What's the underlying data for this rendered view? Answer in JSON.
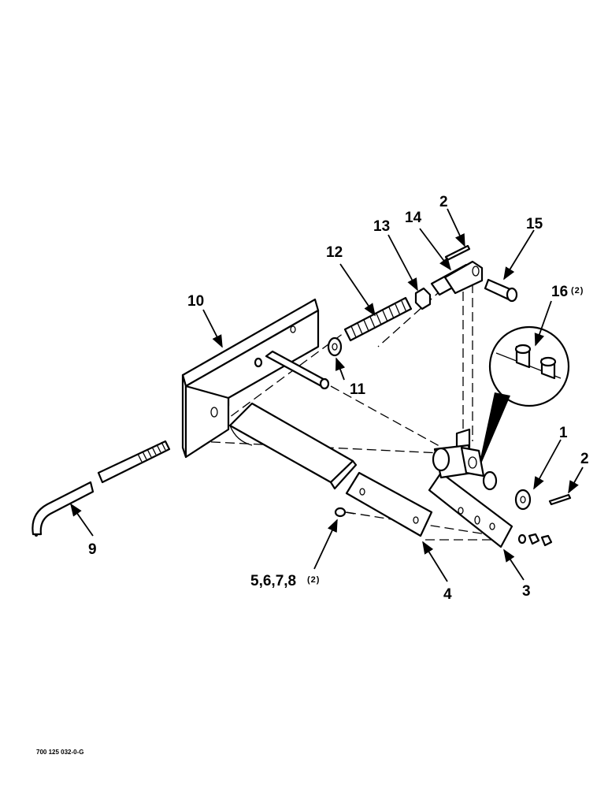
{
  "callouts": {
    "c1": "1",
    "c2a": "2",
    "c2b": "2",
    "c3": "3",
    "c4": "4",
    "c5678": "5,6,7,8",
    "c5678_qty": "(2)",
    "c9": "9",
    "c10": "10",
    "c11": "11",
    "c12": "12",
    "c13": "13",
    "c14": "14",
    "c15": "15",
    "c16": "16",
    "c16_qty": "(2)"
  },
  "drawing_number": "700 125 032-0-G"
}
